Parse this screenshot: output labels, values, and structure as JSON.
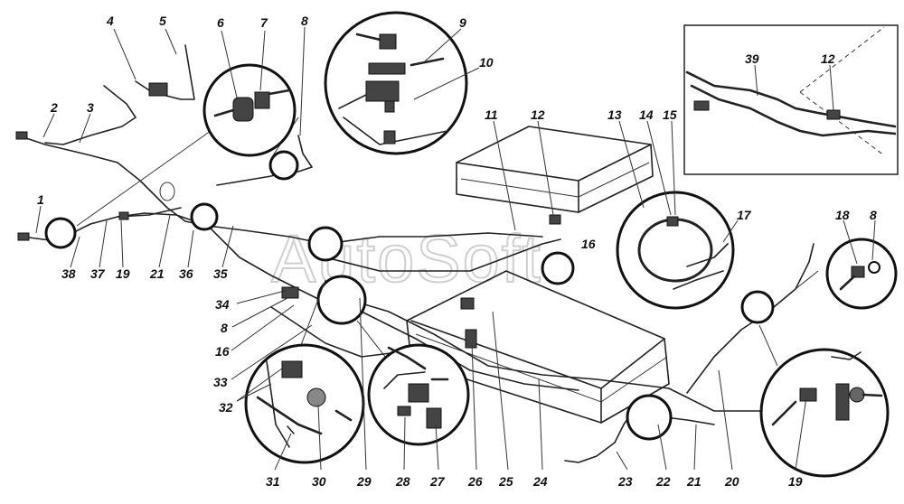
{
  "watermark": "AutoSoft",
  "callouts": [
    "1",
    "2",
    "3",
    "4",
    "5",
    "6",
    "7",
    "8",
    "9",
    "10",
    "11",
    "12",
    "13",
    "14",
    "15",
    "16",
    "17",
    "18",
    "19",
    "20",
    "21",
    "22",
    "23",
    "24",
    "25",
    "26",
    "27",
    "28",
    "29",
    "30",
    "31",
    "32",
    "33",
    "34",
    "35",
    "36",
    "37",
    "38",
    "39"
  ]
}
